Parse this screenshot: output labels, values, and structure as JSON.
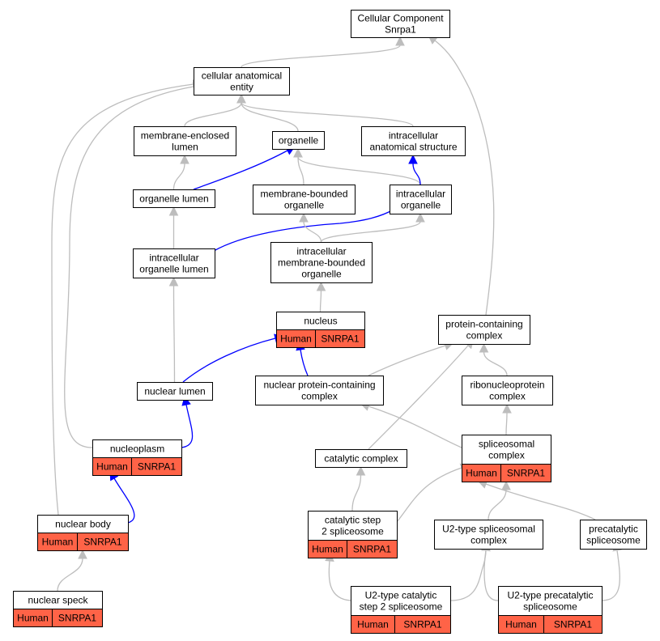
{
  "colors": {
    "background": "#ffffff",
    "node_fill": "#ffffff",
    "node_border": "#000000",
    "annotation_fill": "#ff6347",
    "edge_gray": "#bdbdbd",
    "edge_blue": "#0000ff"
  },
  "nodes": [
    {
      "id": "cc",
      "lines": [
        "Cellular Component",
        "Snrpa1"
      ]
    },
    {
      "id": "cae",
      "lines": [
        "cellular anatomical",
        "entity"
      ]
    },
    {
      "id": "mel",
      "lines": [
        "membrane-enclosed",
        "lumen"
      ]
    },
    {
      "id": "org",
      "lines": [
        "organelle"
      ]
    },
    {
      "id": "ias",
      "lines": [
        "intracellular",
        "anatomical structure"
      ]
    },
    {
      "id": "ol",
      "lines": [
        "organelle lumen"
      ]
    },
    {
      "id": "mbo",
      "lines": [
        "membrane-bounded",
        "organelle"
      ]
    },
    {
      "id": "io",
      "lines": [
        "intracellular",
        "organelle"
      ]
    },
    {
      "id": "iol",
      "lines": [
        "intracellular",
        "organelle lumen"
      ]
    },
    {
      "id": "imbo",
      "lines": [
        "intracellular",
        "membrane-bounded",
        "organelle"
      ]
    },
    {
      "id": "nucleus",
      "lines": [
        "nucleus"
      ],
      "species": "Human",
      "gene": "SNRPA1"
    },
    {
      "id": "pcc",
      "lines": [
        "protein-containing",
        "complex"
      ]
    },
    {
      "id": "nlumen",
      "lines": [
        "nuclear lumen"
      ]
    },
    {
      "id": "npcc",
      "lines": [
        "nuclear protein-containing",
        "complex"
      ]
    },
    {
      "id": "rnp",
      "lines": [
        "ribonucleoprotein",
        "complex"
      ]
    },
    {
      "id": "nucleoplasm",
      "lines": [
        "nucleoplasm"
      ],
      "species": "Human",
      "gene": "SNRPA1"
    },
    {
      "id": "spliceo",
      "lines": [
        "spliceosomal",
        "complex"
      ],
      "species": "Human",
      "gene": "SNRPA1"
    },
    {
      "id": "catc",
      "lines": [
        "catalytic complex"
      ]
    },
    {
      "id": "nbody",
      "lines": [
        "nuclear body"
      ],
      "species": "Human",
      "gene": "SNRPA1"
    },
    {
      "id": "cs2",
      "lines": [
        "catalytic step",
        "2 spliceosome"
      ],
      "species": "Human",
      "gene": "SNRPA1"
    },
    {
      "id": "u2",
      "lines": [
        "U2-type spliceosomal",
        "complex"
      ]
    },
    {
      "id": "precat",
      "lines": [
        "precatalytic",
        "spliceosome"
      ]
    },
    {
      "id": "nspeck",
      "lines": [
        "nuclear speck"
      ],
      "species": "Human",
      "gene": "SNRPA1"
    },
    {
      "id": "u2cat",
      "lines": [
        "U2-type catalytic",
        "step 2 spliceosome"
      ],
      "species": "Human",
      "gene": "SNRPA1"
    },
    {
      "id": "u2pre",
      "lines": [
        "U2-type precatalytic",
        "spliceosome"
      ],
      "species": "Human",
      "gene": "SNRPA1"
    }
  ],
  "edges": [
    {
      "from": "cae",
      "to": "cc",
      "color": "gray"
    },
    {
      "from": "pcc",
      "to": "cc",
      "color": "gray"
    },
    {
      "from": "mel",
      "to": "cae",
      "color": "gray"
    },
    {
      "from": "org",
      "to": "cae",
      "color": "gray"
    },
    {
      "from": "ias",
      "to": "cae",
      "color": "gray"
    },
    {
      "from": "nucleoplasm",
      "to": "cae",
      "color": "gray"
    },
    {
      "from": "nbody",
      "to": "cae",
      "color": "gray"
    },
    {
      "from": "ol",
      "to": "mel",
      "color": "gray"
    },
    {
      "from": "ol",
      "to": "org",
      "color": "blue"
    },
    {
      "from": "mbo",
      "to": "org",
      "color": "gray"
    },
    {
      "from": "io",
      "to": "org",
      "color": "gray"
    },
    {
      "from": "io",
      "to": "ias",
      "color": "blue"
    },
    {
      "from": "iol",
      "to": "ol",
      "color": "gray"
    },
    {
      "from": "iol",
      "to": "io",
      "color": "blue"
    },
    {
      "from": "imbo",
      "to": "mbo",
      "color": "gray"
    },
    {
      "from": "imbo",
      "to": "io",
      "color": "gray"
    },
    {
      "from": "nucleus",
      "to": "imbo",
      "color": "gray"
    },
    {
      "from": "nlumen",
      "to": "iol",
      "color": "gray"
    },
    {
      "from": "nlumen",
      "to": "nucleus",
      "color": "blue"
    },
    {
      "from": "npcc",
      "to": "nucleus",
      "color": "blue"
    },
    {
      "from": "npcc",
      "to": "pcc",
      "color": "gray"
    },
    {
      "from": "rnp",
      "to": "pcc",
      "color": "gray"
    },
    {
      "from": "catc",
      "to": "pcc",
      "color": "gray"
    },
    {
      "from": "nucleoplasm",
      "to": "nlumen",
      "color": "blue"
    },
    {
      "from": "spliceo",
      "to": "rnp",
      "color": "gray"
    },
    {
      "from": "spliceo",
      "to": "npcc",
      "color": "gray"
    },
    {
      "from": "nbody",
      "to": "nucleoplasm",
      "color": "blue"
    },
    {
      "from": "cs2",
      "to": "catc",
      "color": "gray"
    },
    {
      "from": "cs2",
      "to": "spliceo",
      "color": "gray"
    },
    {
      "from": "u2",
      "to": "spliceo",
      "color": "gray"
    },
    {
      "from": "precat",
      "to": "spliceo",
      "color": "gray"
    },
    {
      "from": "nspeck",
      "to": "nbody",
      "color": "gray"
    },
    {
      "from": "u2cat",
      "to": "cs2",
      "color": "gray"
    },
    {
      "from": "u2cat",
      "to": "u2",
      "color": "gray"
    },
    {
      "from": "u2pre",
      "to": "u2",
      "color": "gray"
    },
    {
      "from": "u2pre",
      "to": "precat",
      "color": "gray"
    }
  ]
}
